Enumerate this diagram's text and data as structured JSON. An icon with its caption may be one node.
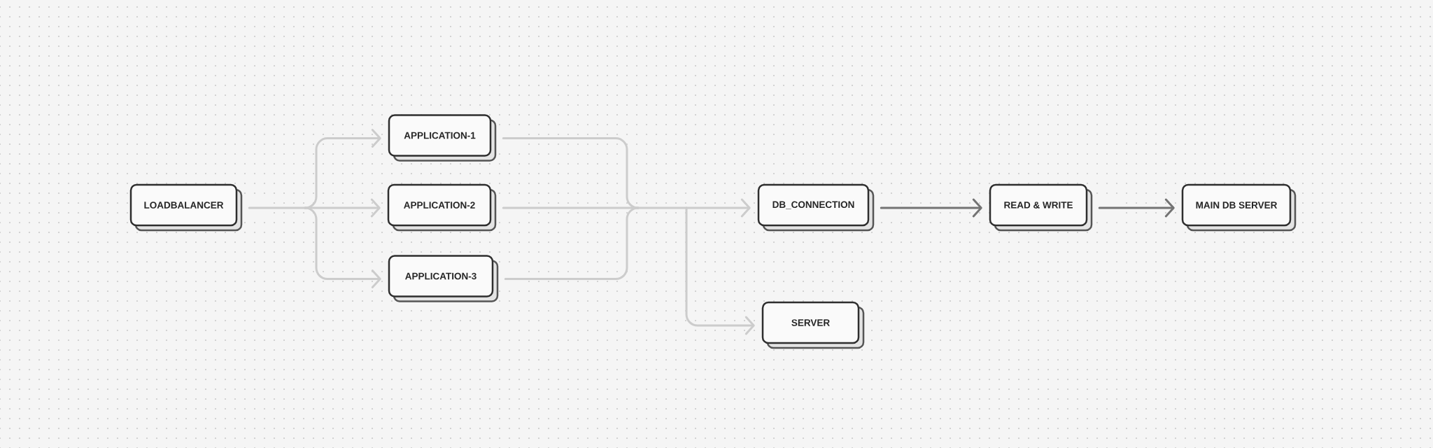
{
  "diagram": {
    "nodes": [
      {
        "text": [
          "LOADBALANCER"
        ]
      },
      {
        "text": [
          "APPLICATION-1"
        ]
      },
      {
        "text": [
          "APPLICATION-2"
        ]
      },
      {
        "text": [
          "APPLICATION-3"
        ]
      },
      {
        "text": [
          "DB_CONNECTION"
        ]
      },
      {
        "text": [
          "SERVER"
        ]
      },
      {
        "text": [
          "READ & WRITE"
        ]
      },
      {
        "text": [
          "MAIN DB SERVER"
        ]
      }
    ],
    "edges": [
      {
        "from": 0,
        "to": 1,
        "arrow": "to"
      },
      {
        "from": 0,
        "to": 2,
        "arrow": "to"
      },
      {
        "from": 0,
        "to": 3,
        "arrow": "to"
      },
      {
        "from": 1,
        "to": 4,
        "arrow": "to"
      },
      {
        "from": 2,
        "to": 4,
        "arrow": "to"
      },
      {
        "from": 3,
        "to": 4,
        "arrow": "to"
      },
      {
        "from": 1,
        "to": 5,
        "arrow": "to"
      },
      {
        "from": 2,
        "to": 5,
        "arrow": "to"
      },
      {
        "from": 3,
        "to": 5,
        "arrow": "to"
      },
      {
        "from": 4,
        "to": 6,
        "arrow": "to",
        "color": "#737373"
      },
      {
        "from": 6,
        "to": 7,
        "arrow": "to",
        "color": "#737373"
      }
    ]
  }
}
